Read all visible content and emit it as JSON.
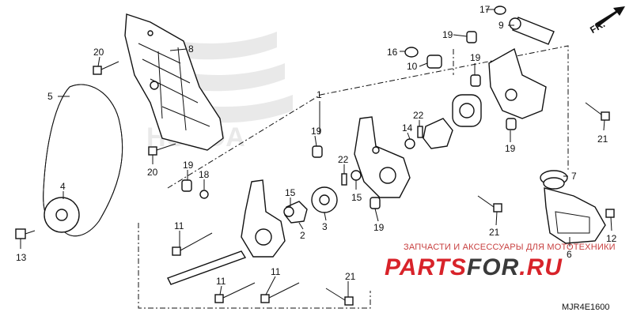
{
  "diagram": {
    "callouts": {
      "c1": "1",
      "c2": "2",
      "c3": "3",
      "c4": "4",
      "c5": "5",
      "c6": "6",
      "c7": "7",
      "c8": "8",
      "c9": "9",
      "c10": "10",
      "c11a": "11",
      "c11b": "11",
      "c11c": "11",
      "c12": "12",
      "c13": "13",
      "c14": "14",
      "c15a": "15",
      "c15b": "15",
      "c16": "16",
      "c17": "17",
      "c18": "18",
      "c19a": "19",
      "c19b": "19",
      "c19c": "19",
      "c19d": "19",
      "c19e": "19",
      "c19f": "19",
      "c20a": "20",
      "c20b": "20",
      "c21a": "21",
      "c21b": "21",
      "c21c": "21",
      "c22a": "22",
      "c22b": "22"
    },
    "front_label": "FR.",
    "code": "MJR4E1600"
  },
  "watermark": {
    "tagline": "ЗАПЧАСТИ И АКСЕССУАРЫ ДЛЯ МОТОТЕХНИКИ",
    "brand_a": "PARTS",
    "brand_b": "FOR",
    "brand_c": ".RU",
    "brand_color": "#d8232a",
    "brand_dark": "#3a3a3a"
  },
  "bg_watermark": {
    "logo_text": "HONDA"
  }
}
